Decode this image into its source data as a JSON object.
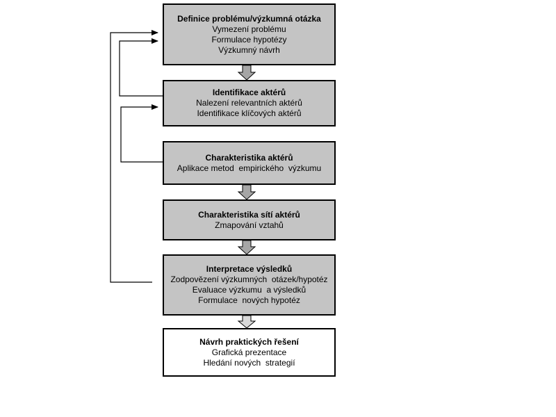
{
  "boxes": [
    {
      "title": "Definice problému/výzkumná otázka",
      "lines": [
        "Vymezení problému",
        "Formulace hypotézy",
        "Výzkumný návrh"
      ]
    },
    {
      "title": "Identifikace aktérů",
      "lines": [
        "Nalezení relevantních aktérů",
        "Identifikace klíčových aktérů"
      ]
    },
    {
      "title": "Charakteristika aktérů",
      "lines": [
        "Aplikace metod  empirického  výzkumu"
      ]
    },
    {
      "title": "Charakteristika sítí aktérů",
      "lines": [
        "Zmapování vztahů"
      ]
    },
    {
      "title": "Interpretace výsledků",
      "lines": [
        "Zodpovězení výzkumných  otázek/hypotéz",
        "Evaluace výzkumu  a výsledků",
        "Formulace  nových hypotéz"
      ]
    },
    {
      "title": "Návrh praktických řešení",
      "lines": [
        "Grafická prezentace",
        "Hledání nových  strategií"
      ]
    }
  ],
  "colors": {
    "step_fill": "#c4c4c4",
    "final_fill": "#ffffff",
    "arrow_fill": "#a6a6a6",
    "final_arrow_fill": "#d9d9d9",
    "stroke": "#000000"
  }
}
